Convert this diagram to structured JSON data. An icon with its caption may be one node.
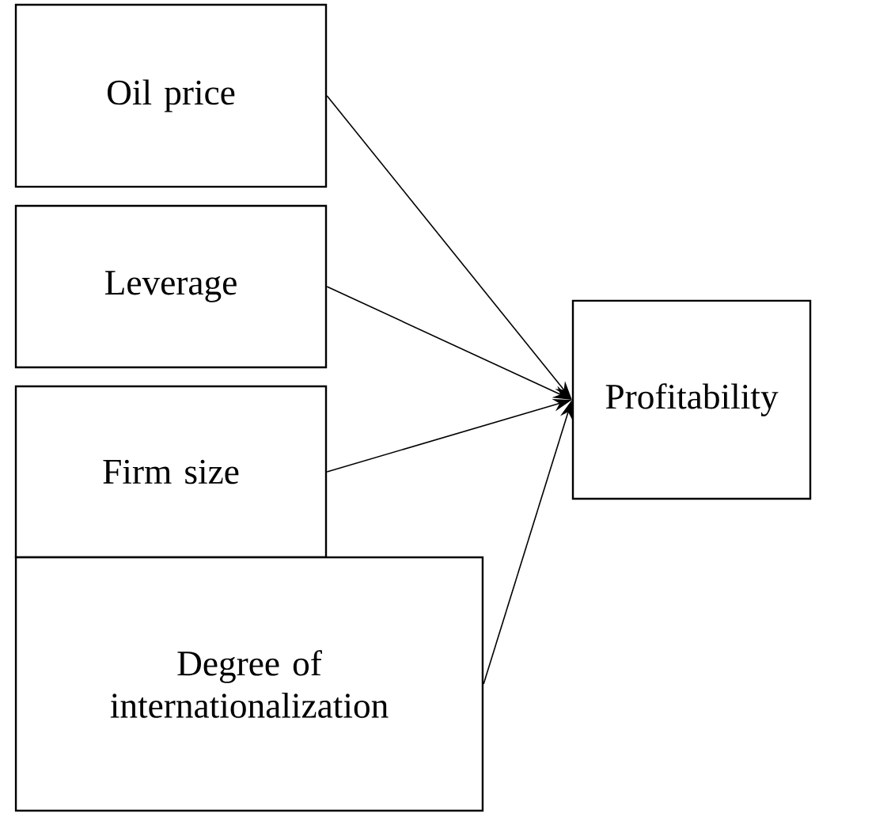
{
  "diagram": {
    "nodes": [
      {
        "text": [
          "Oil price"
        ]
      },
      {
        "text": [
          "Leverage"
        ]
      },
      {
        "text": [
          "Firm size"
        ]
      },
      {
        "text": [
          "Degree of internationalization"
        ]
      },
      {
        "text": [
          "Profitability"
        ]
      }
    ],
    "edges": [
      {
        "from": 0,
        "to": 4,
        "arrow": "to"
      },
      {
        "from": 1,
        "to": 4,
        "arrow": "to"
      },
      {
        "from": 2,
        "to": 4,
        "arrow": "to"
      },
      {
        "from": 3,
        "to": 4,
        "arrow": "to"
      }
    ]
  }
}
